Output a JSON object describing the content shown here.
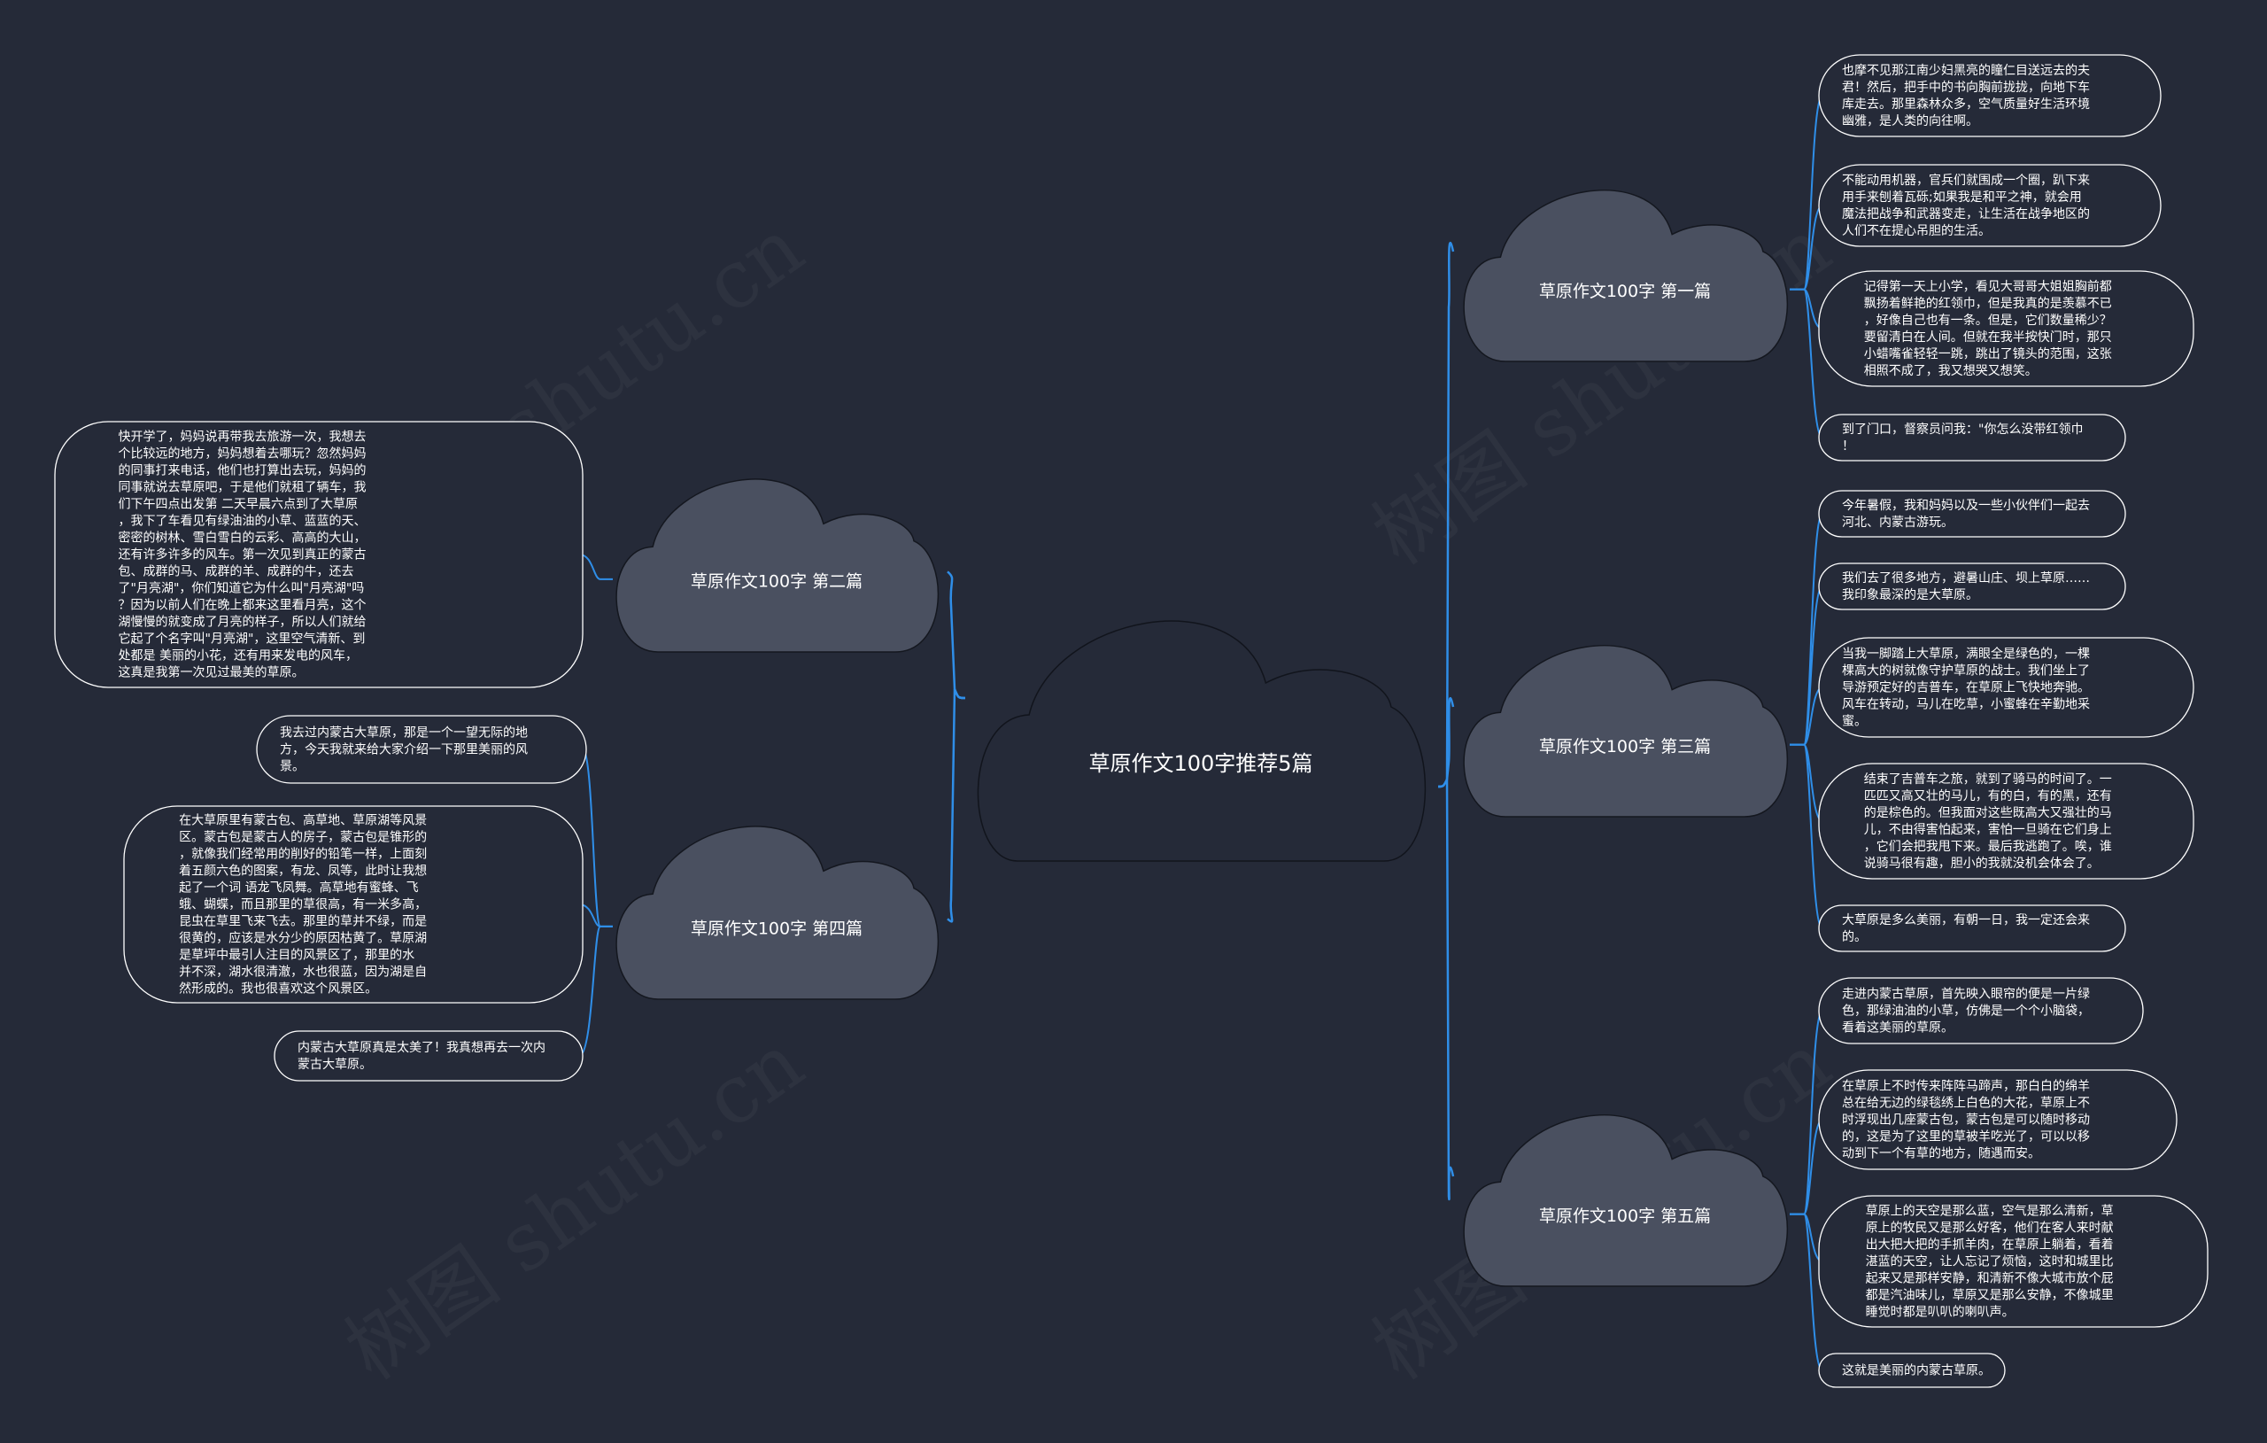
{
  "root": {
    "label": "草原作文100字推荐5篇"
  },
  "topics": [
    {
      "label": "草原作文100字 第一篇",
      "leaves": [
        [
          "也摩不见那江南少妇黑亮的瞳仁目送远去的夫",
          "君！然后，把手中的书向胸前拢拢，向地下车",
          "库走去。那里森林众多，空气质量好生活环境",
          "幽雅，是人类的向往啊。"
        ],
        [
          "不能动用机器，官兵们就围成一个圈，趴下来",
          "用手来刨着瓦砾;如果我是和平之神，就会用",
          "魔法把战争和武器变走，让生活在战争地区的",
          "人们不在提心吊胆的生活。"
        ],
        [
          "记得第一天上小学，看见大哥哥大姐姐胸前都",
          "飘扬着鲜艳的红领巾，但是我真的是羡慕不已",
          "，好像自己也有一条。但是，它们数量稀少？",
          "要留清白在人间。但就在我半按快门时，那只",
          "小蜡嘴雀轻轻一跳，跳出了镜头的范围，这张",
          "相照不成了，我又想哭又想笑。"
        ],
        [
          "到了门口，督察员问我：\"你怎么没带红领巾",
          "！"
        ]
      ]
    },
    {
      "label": "草原作文100字 第二篇",
      "leaves": [
        [
          "快开学了，妈妈说再带我去旅游一次，我想去",
          "个比较远的地方，妈妈想着去哪玩？忽然妈妈",
          "的同事打来电话，他们也打算出去玩，妈妈的",
          "同事就说去草原吧，于是他们就租了辆车，我",
          "们下午四点出发第 二天早晨六点到了大草原",
          "，我下了车看见有绿油油的小草、蓝蓝的天、",
          "密密的树林、雪白雪白的云彩、高高的大山，",
          "还有许多许多的风车。第一次见到真正的蒙古",
          "包、成群的马、成群的羊、成群的牛，还去",
          "了\"月亮湖\"，你们知道它为什么叫\"月亮湖\"吗",
          "？因为以前人们在晚上都来这里看月亮，这个",
          "湖慢慢的就变成了月亮的样子，所以人们就给",
          "它起了个名字叫\"月亮湖\"，这里空气清新、到",
          "处都是 美丽的小花，还有用来发电的风车，",
          "这真是我第一次见过最美的草原。"
        ]
      ]
    },
    {
      "label": "草原作文100字 第三篇",
      "leaves": [
        [
          "今年暑假，我和妈妈以及一些小伙伴们一起去",
          "河北、内蒙古游玩。"
        ],
        [
          "我们去了很多地方，避暑山庄、坝上草原……",
          "我印象最深的是大草原。"
        ],
        [
          "当我一脚踏上大草原，满眼全是绿色的，一棵",
          "棵高大的树就像守护草原的战士。我们坐上了",
          "导游预定好的吉普车，在草原上飞快地奔驰。",
          "风车在转动，马儿在吃草，小蜜蜂在辛勤地采",
          "蜜。"
        ],
        [
          "结束了吉普车之旅，就到了骑马的时间了。一",
          "匹匹又高又壮的马儿，有的白，有的黑，还有",
          "的是棕色的。但我面对这些既高大又强壮的马",
          "儿，不由得害怕起来，害怕一旦骑在它们身上",
          "，它们会把我甩下来。最后我逃跑了。唉，谁",
          "说骑马很有趣，胆小的我就没机会体会了。"
        ],
        [
          "大草原是多么美丽，有朝一日，我一定还会来",
          "的。"
        ]
      ]
    },
    {
      "label": "草原作文100字 第四篇",
      "leaves": [
        [
          "我去过内蒙古大草原，那是一个一望无际的地",
          "方，今天我就来给大家介绍一下那里美丽的风",
          "景。"
        ],
        [
          "在大草原里有蒙古包、高草地、草原湖等风景",
          "区。蒙古包是蒙古人的房子，蒙古包是锥形的",
          "，就像我们经常用的削好的铅笔一样，上面刻",
          "着五颜六色的图案，有龙、凤等，此时让我想",
          "起了一个词 语龙飞凤舞。高草地有蜜蜂、飞",
          "蛾、蝴蝶，而且那里的草很高，有一米多高，",
          "昆虫在草里飞来飞去。那里的草并不绿，而是",
          "很黄的，应该是水分少的原因枯黄了。草原湖",
          "是草坪中最引人注目的风景区了，那里的水",
          "并不深，湖水很清澈，水也很蓝，因为湖是自",
          "然形成的。我也很喜欢这个风景区。"
        ],
        [
          "内蒙古大草原真是太美了！我真想再去一次内",
          "蒙古大草原。"
        ]
      ]
    },
    {
      "label": "草原作文100字 第五篇",
      "leaves": [
        [
          "走进内蒙古草原，首先映入眼帘的便是一片绿",
          "色，那绿油油的小草，仿佛是一个个小脑袋，",
          "看着这美丽的草原。"
        ],
        [
          "在草原上不时传来阵阵马蹄声，那白白的绵羊",
          "总在给无边的绿毯绣上白色的大花，草原上不",
          "时浮现出几座蒙古包，蒙古包是可以随时移动",
          "的，这是为了这里的草被羊吃光了，可以以移",
          "动到下一个有草的地方，随遇而安。"
        ],
        [
          "草原上的天空是那么蓝，空气是那么清新，草",
          "原上的牧民又是那么好客，他们在客人来时献",
          "出大把大把的手抓羊肉，在草原上躺着，看着",
          "湛蓝的天空，让人忘记了烦恼，这时和城里比",
          "起来又是那样安静，和清新不像大城市放个屁",
          "都是汽油味儿，草原又是那么安静，不像城里",
          "睡觉时都是叭叭的喇叭声。"
        ],
        [
          "这就是美丽的内蒙古草原。"
        ]
      ]
    }
  ],
  "colors": {
    "background": "#252a38",
    "cloud_fill": "#4a5060",
    "root_fill": "#252a38",
    "connector": "#2f8ee8",
    "leaf_border": "#ffffff",
    "text": "#ffffff"
  },
  "watermark": "树图 shutu.cn"
}
